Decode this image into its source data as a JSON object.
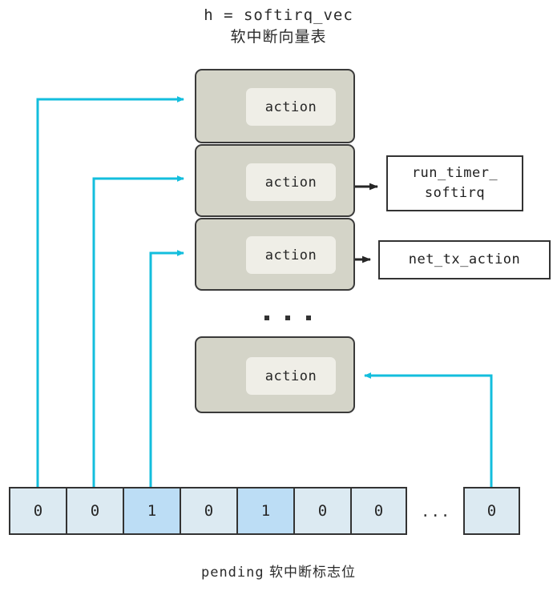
{
  "title": {
    "line1": "h = softirq_vec",
    "line2": "软中断向量表"
  },
  "caption": {
    "mono": "pending",
    "cjk": " 软中断标志位"
  },
  "colors": {
    "vector_box_fill": "#d4d4c8",
    "vector_box_stroke": "#3a3a3a",
    "action_fill": "#efeee7",
    "bit_cell_fill": "#dceaf2",
    "bit_cell_on_fill": "#bcddf5",
    "cell_stroke": "#333333",
    "link_cyan": "#13bedd",
    "link_black": "#262626"
  },
  "vector_table": {
    "entries": [
      {
        "label": "action",
        "index": 0
      },
      {
        "label": "action",
        "index": 1
      },
      {
        "label": "action",
        "index": 2
      },
      {
        "label": "action",
        "index": 3
      }
    ],
    "ellipsis": "...",
    "handlers": [
      {
        "name": "run_timer_softirq",
        "text": "run_timer_\nsoftirq",
        "from_entry": 1
      },
      {
        "name": "net_tx_action",
        "text": "net_tx_action",
        "from_entry": 2
      }
    ]
  },
  "pending_array": {
    "cells": [
      {
        "value": "0",
        "active": false
      },
      {
        "value": "0",
        "active": false
      },
      {
        "value": "1",
        "active": true
      },
      {
        "value": "0",
        "active": false
      },
      {
        "value": "1",
        "active": true
      },
      {
        "value": "0",
        "active": false
      },
      {
        "value": "0",
        "active": false
      }
    ],
    "gap": "...",
    "tail_cell": {
      "value": "0",
      "active": false
    }
  }
}
